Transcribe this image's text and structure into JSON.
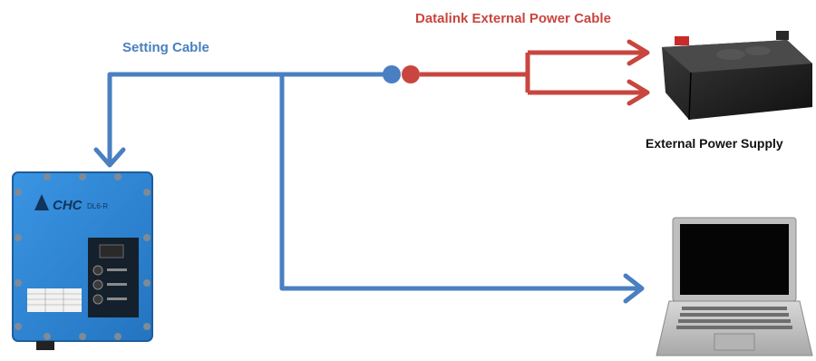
{
  "labels": {
    "setting_cable": "Setting Cable",
    "datalink_cable": "Datalink External Power Cable",
    "power_supply": "External Power Supply"
  },
  "device": {
    "brand": "CHC",
    "model": "DL6-R"
  },
  "colors": {
    "setting_cable": "#4a7fc1",
    "power_cable": "#c8463f",
    "device_body": "#2f86d6",
    "battery": "#1c1c1c",
    "laptop_screen": "#050505"
  },
  "icons": {
    "battery": "battery-icon",
    "laptop": "laptop-icon",
    "radio": "radio-device-icon"
  }
}
